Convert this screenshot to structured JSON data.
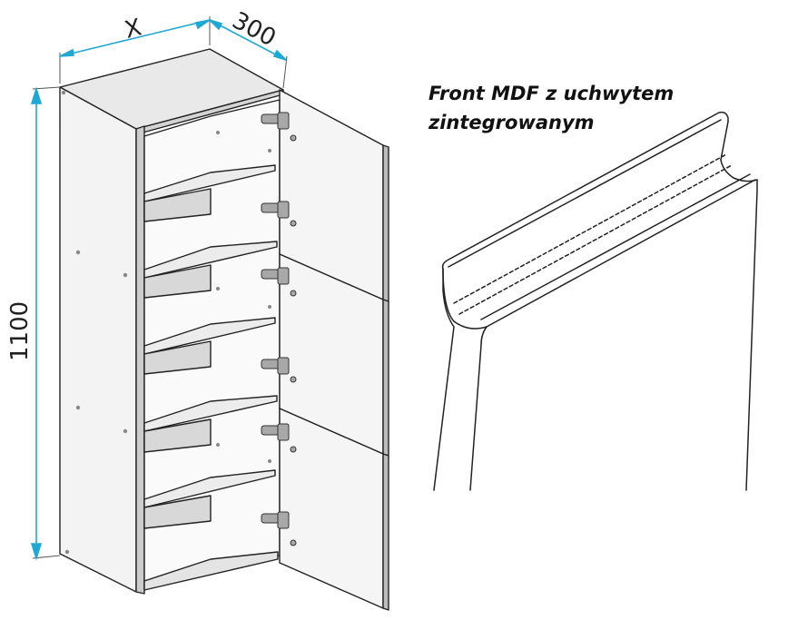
{
  "dimensions": {
    "width": "X",
    "depth": "300",
    "height": "1100"
  },
  "caption": {
    "line1": "Front MDF z uchwytem",
    "line2": "zintegrowanym"
  },
  "colors": {
    "dimension_line": "#1ea8d6",
    "outline": "#222222",
    "panel": "#f2f2f2",
    "panel_dark": "#cfcfcf",
    "hinge": "#9a9a9a"
  }
}
